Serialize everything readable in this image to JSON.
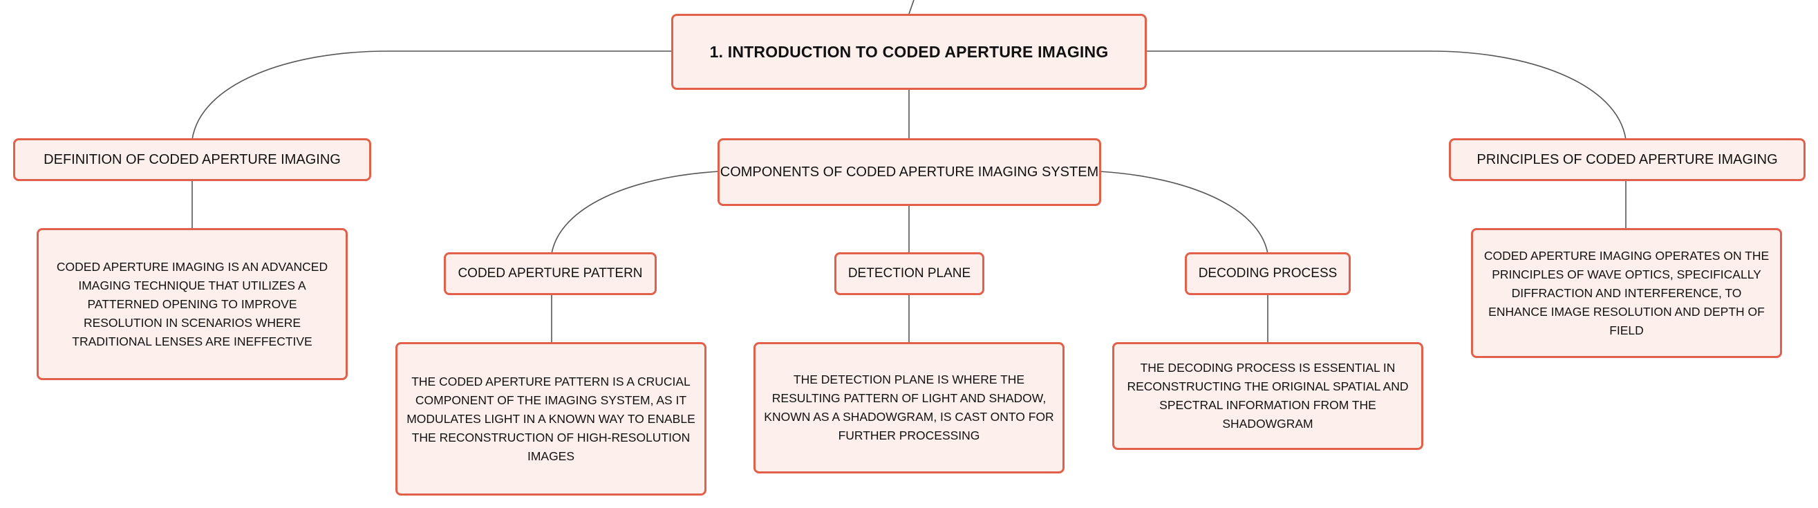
{
  "root": {
    "title": "1. INTRODUCTION TO CODED APERTURE IMAGING"
  },
  "definition": {
    "title": "DEFINITION OF CODED APERTURE IMAGING",
    "description": "CODED APERTURE IMAGING IS AN ADVANCED IMAGING TECHNIQUE THAT UTILIZES A PATTERNED OPENING TO IMPROVE RESOLUTION IN SCENARIOS WHERE TRADITIONAL LENSES ARE INEFFECTIVE"
  },
  "components": {
    "title": "COMPONENTS OF CODED APERTURE IMAGING SYSTEM",
    "items": [
      {
        "title": "CODED APERTURE PATTERN",
        "description": "THE CODED APERTURE PATTERN IS A CRUCIAL COMPONENT OF THE IMAGING SYSTEM, AS IT MODULATES LIGHT IN A KNOWN WAY TO ENABLE THE RECONSTRUCTION OF HIGH-RESOLUTION IMAGES"
      },
      {
        "title": "DETECTION PLANE",
        "description": "THE DETECTION PLANE IS WHERE THE RESULTING PATTERN OF LIGHT AND SHADOW, KNOWN AS A SHADOWGRAM, IS CAST ONTO FOR FURTHER PROCESSING"
      },
      {
        "title": "DECODING PROCESS",
        "description": "THE DECODING PROCESS IS ESSENTIAL IN RECONSTRUCTING THE ORIGINAL SPATIAL AND SPECTRAL INFORMATION FROM THE SHADOWGRAM"
      }
    ]
  },
  "principles": {
    "title": "PRINCIPLES OF CODED APERTURE IMAGING",
    "description": "CODED APERTURE IMAGING OPERATES ON THE PRINCIPLES OF WAVE OPTICS, SPECIFICALLY DIFFRACTION AND INTERFERENCE, TO ENHANCE IMAGE RESOLUTION AND DEPTH OF FIELD"
  },
  "colors": {
    "node_border": "#e2604a",
    "node_fill": "#fdf0ec",
    "connector": "#555555"
  }
}
